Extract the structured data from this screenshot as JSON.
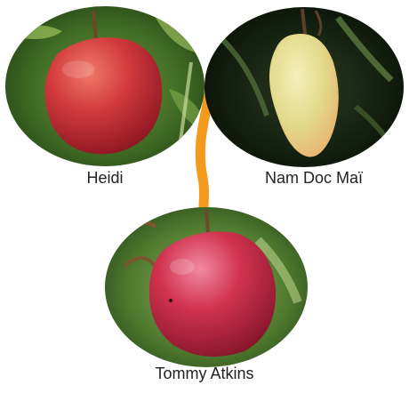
{
  "figure": {
    "varieties": [
      {
        "name": "Heidi",
        "fruit_color": "#c9303a",
        "role": "parent"
      },
      {
        "name": "Nam Doc Maï",
        "fruit_color": "#e6d98a",
        "role": "parent"
      },
      {
        "name": "Tommy Atkins",
        "fruit_color": "#c0233e",
        "role": "offspring"
      }
    ],
    "connector_color": "#f39a1c"
  }
}
